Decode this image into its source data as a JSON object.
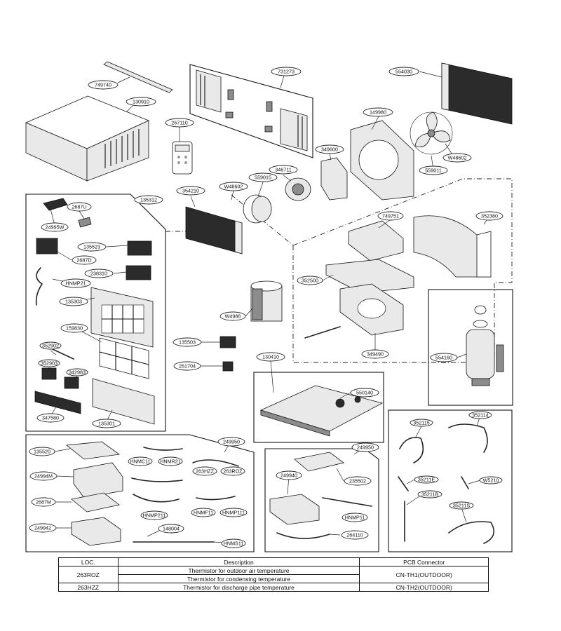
{
  "callouts": {
    "c749740": "749740",
    "c130910": "130910",
    "c731273": "731273",
    "c554030": "554030",
    "c267110": "267110",
    "c149980": "149980",
    "c349600": "349600",
    "c346711": "346711",
    "c559015": "559015",
    "cW48602a": "W48602",
    "c354210": "354210",
    "cW48602b": "W48602",
    "c559011": "559011",
    "c135312": "135312",
    "c2687U": "2687U",
    "c24995W": "24995W",
    "c135523": "135523",
    "c2687D": "2687D",
    "c238310": "238310",
    "cHNMP21": "HNMP21",
    "c135303": "135303",
    "c159830": "159830",
    "c352902": "352902",
    "c352903": "352903",
    "c342983": "342983",
    "c347580": "347580",
    "c135301": "135301",
    "c749751": "749751",
    "c352380": "352380",
    "c352500": "352500",
    "c349490": "349490",
    "cW4986": "W4986",
    "c135503": "135503",
    "c261704": "261704",
    "c130410": "130410",
    "c550140": "550140",
    "c554160": "554160",
    "c352115": "352115",
    "c352114": "352114",
    "c35211E": "35211E",
    "cW5210": "W5210",
    "c35211B": "35211B",
    "c35211S": "35211S",
    "c249950a": "249950",
    "c135520": "135520",
    "cHNMC11": "HNMC11",
    "cHNMR21": "HNMR21",
    "c263HZZ": "263HZZ",
    "c263ROZ": "263ROZ",
    "c24994M": "24994M",
    "c2687M": "2687M",
    "cHNMP211": "HNMP211",
    "cHNMF11": "HNMF11",
    "cHNMP111": "HNMP111",
    "c249942": "249942",
    "c148004": "148004",
    "cHNMS11": "HNMS11",
    "c249950b": "249950",
    "c249940": "249940",
    "c235502": "235502",
    "cHNMP11": "HNMP11",
    "c264110": "264110"
  },
  "table": {
    "headers": [
      "LOC.",
      "Description",
      "PCB Connector"
    ],
    "rows": [
      {
        "loc": "263ROZ",
        "descriptions": [
          "Thermistor for outdoor air temperature",
          "Thermistor for condensing temperature"
        ],
        "connector": "CN-TH1(OUTDOOR)"
      },
      {
        "loc": "263HZZ",
        "descriptions": [
          "Thermistor for discharge pipe temperature"
        ],
        "connector": "CN-TH2(OUTDOOR)"
      }
    ]
  }
}
